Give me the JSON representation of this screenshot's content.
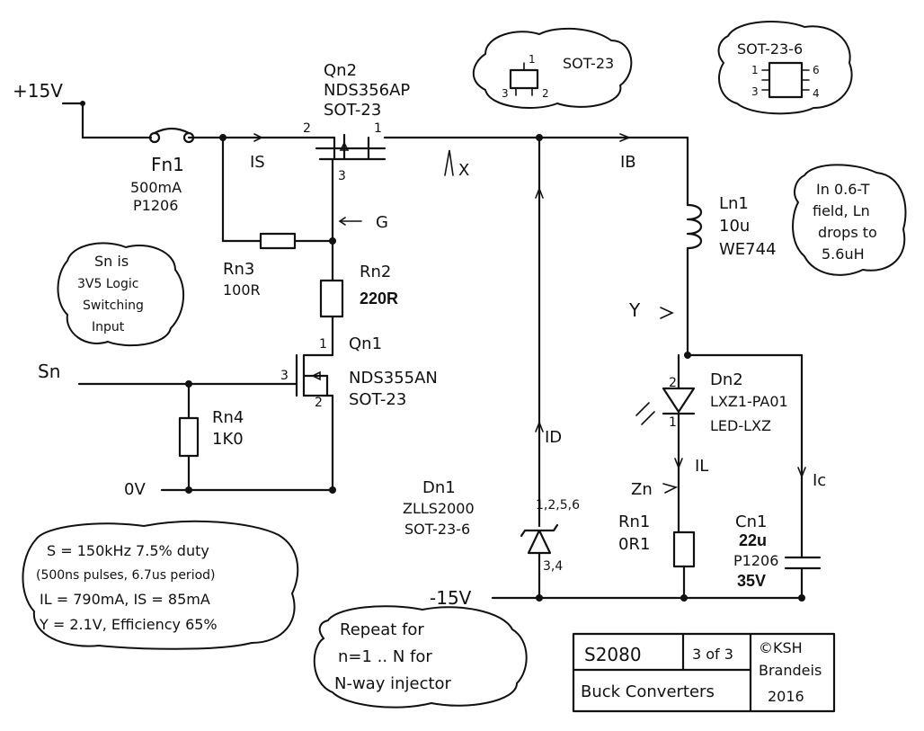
{
  "rails": {
    "plus": "+15V",
    "minus": "-15V",
    "zero": "0V"
  },
  "fuse": {
    "name": "Fn1",
    "rating": "500mA",
    "pkg": "P1206"
  },
  "q2": {
    "name": "Qn2",
    "part": "NDS356AP",
    "pkg": "SOT-23",
    "pin1": "1",
    "pin2": "2",
    "pin3": "3"
  },
  "q1": {
    "name": "Qn1",
    "part": "NDS355AN",
    "pkg": "SOT-23",
    "pin1": "1",
    "pin2": "2",
    "pin3": "3"
  },
  "labels": {
    "is": "IS",
    "ib": "IB",
    "x": "X",
    "g": "G",
    "y": "Y",
    "zn": "Zn",
    "il": "IL",
    "ic": "Ic",
    "id": "ID",
    "sn": "Sn"
  },
  "rn3": {
    "name": "Rn3",
    "value": "100R"
  },
  "rn2": {
    "name": "Rn2",
    "value": "220R"
  },
  "rn4": {
    "name": "Rn4",
    "value": "1K0"
  },
  "rn1": {
    "name": "Rn1",
    "value": "0R1"
  },
  "ln1": {
    "name": "Ln1",
    "value": "10u",
    "part": "WE744"
  },
  "dn2": {
    "name": "Dn2",
    "part": "LXZ1-PA01",
    "pkg": "LED-LXZ",
    "pin1": "1",
    "pin2": "2"
  },
  "dn1": {
    "name": "Dn1",
    "part": "ZLLS2000",
    "pkg": "SOT-23-6",
    "pins_a": "1,2,5,6",
    "pins_b": "3,4"
  },
  "cn1": {
    "name": "Cn1",
    "value": "22u",
    "pkg": "P1206",
    "voltage": "35V"
  },
  "notes": {
    "sot23": {
      "label": "SOT-23",
      "p1": "1",
      "p2": "2",
      "p3": "3"
    },
    "sot236": {
      "label": "SOT-23-6",
      "p1": "1",
      "p3": "3",
      "p4": "4",
      "p6": "6"
    },
    "field": [
      "In 0.6-T",
      "field, Ln",
      "drops to",
      "5.6uH"
    ],
    "sn_note": [
      "Sn is",
      "3V5 Logic",
      "Switching",
      "Input"
    ],
    "spec": [
      "S = 150kHz 7.5% duty",
      "(500ns pulses, 6.7us period)",
      "IL = 790mA, IS = 85mA",
      "Y = 2.1V, Efficiency 65%"
    ],
    "repeat": [
      "Repeat for",
      "n=1 .. N for",
      "N-way injector"
    ]
  },
  "title_block": {
    "number": "S2080",
    "sheet": "3 of 3",
    "title": "Buck Converters",
    "copyright": "©KSH",
    "org": "Brandeis",
    "year": "2016"
  }
}
